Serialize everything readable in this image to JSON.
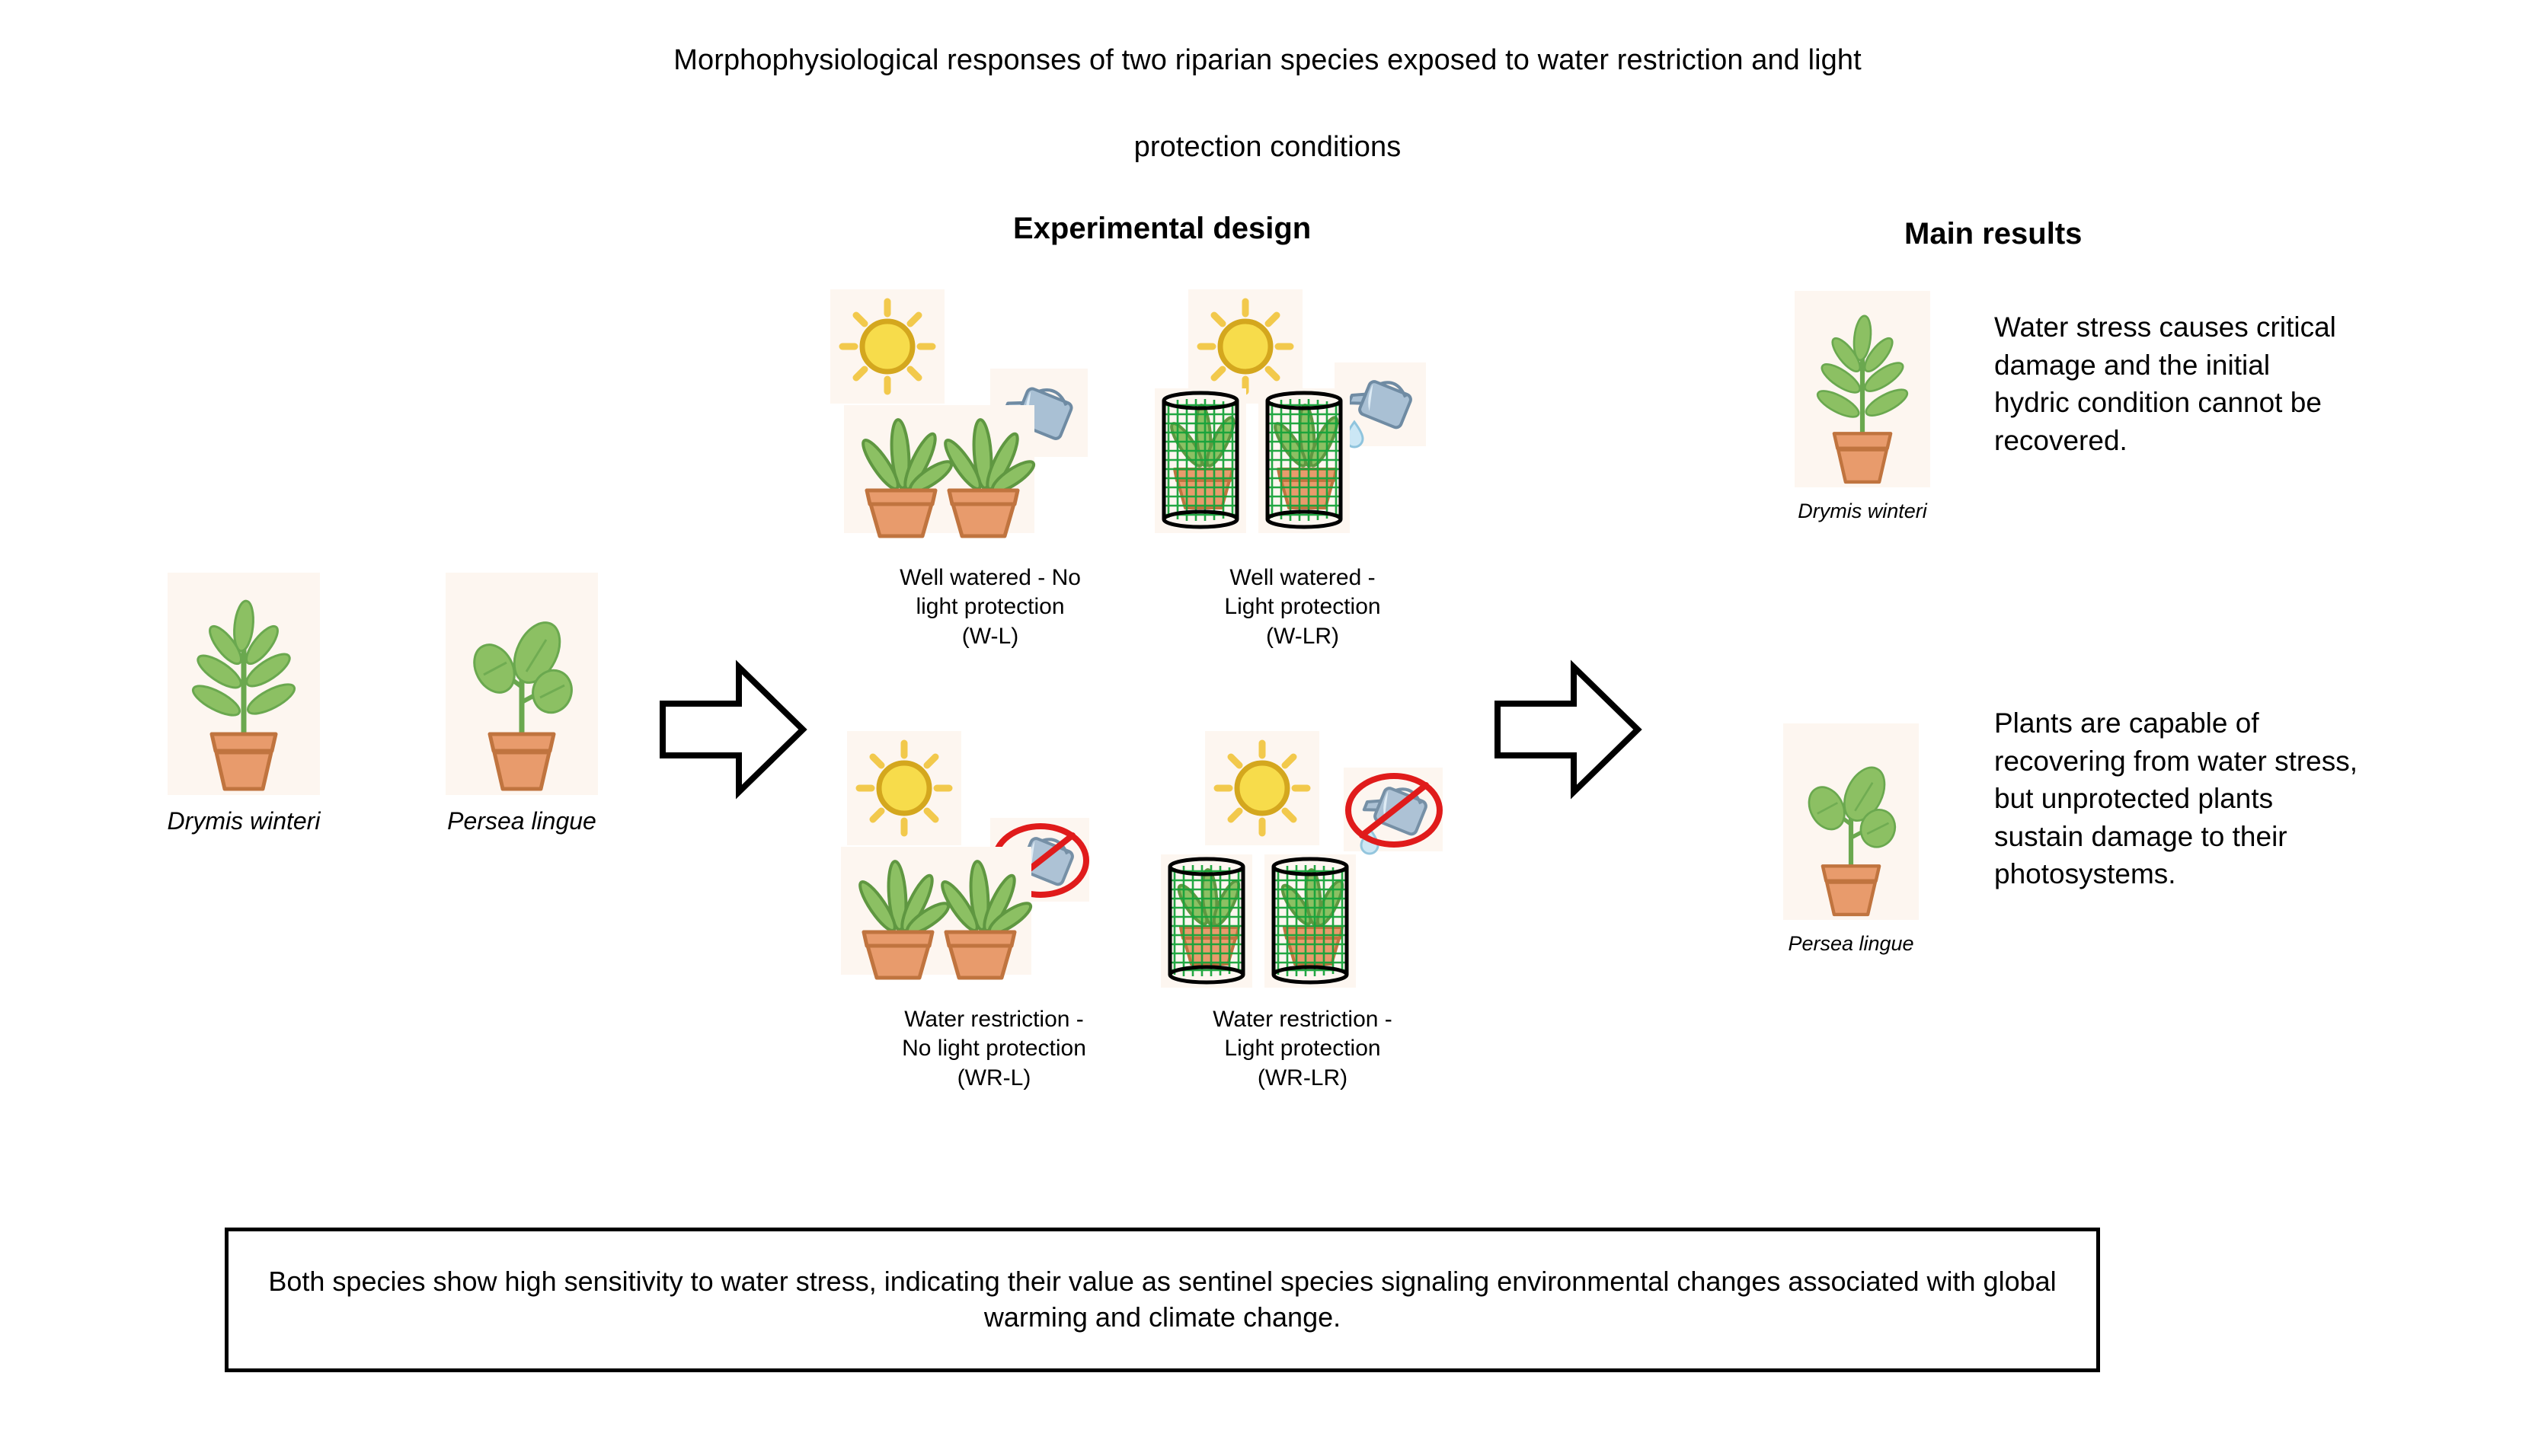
{
  "title": {
    "line1": "Morphophysiological responses of two riparian species exposed to water restriction and light",
    "line2": "protection conditions"
  },
  "sections": {
    "experimental_design": "Experimental design",
    "main_results": "Main results"
  },
  "species": [
    {
      "name": "Drymis winteri",
      "icon": "potted-plant-drymis-icon"
    },
    {
      "name": "Persea lingue",
      "icon": "potted-plant-persea-icon"
    }
  ],
  "arrows": [
    {
      "name": "flow-arrow-to-design",
      "direction": "right"
    },
    {
      "name": "flow-arrow-to-results",
      "direction": "right"
    }
  ],
  "treatments": [
    {
      "id": "W-L",
      "label": "Well watered - No\nlight protection\n(W-L)",
      "watering": "watered",
      "light_protection": false,
      "sun": true,
      "pots": 2
    },
    {
      "id": "W-LR",
      "label": "Well watered -\nLight protection\n(W-LR)",
      "watering": "watered",
      "light_protection": true,
      "sun": true,
      "pots": 2
    },
    {
      "id": "WR-L",
      "label": "Water restriction -\nNo light protection\n(WR-L)",
      "watering": "restricted",
      "light_protection": false,
      "sun": true,
      "pots": 2
    },
    {
      "id": "WR-LR",
      "label": "Water restriction -\nLight protection\n(WR-LR)",
      "watering": "restricted",
      "light_protection": true,
      "sun": true,
      "pots": 2
    }
  ],
  "results": [
    {
      "species": "Drymis winteri",
      "text": "Water stress causes critical damage and the initial hydric condition cannot be recovered."
    },
    {
      "species": "Persea lingue",
      "text": "Plants are capable of recovering from water stress, but unprotected plants sustain damage to their photosystems."
    }
  ],
  "conclusion": "Both species show high sensitivity to water stress, indicating their value as sentinel species signaling environmental changes associated with global warming and climate change.",
  "colors": {
    "leaf_fill": "#8cc063",
    "leaf_stroke": "#6aa84f",
    "pot_fill": "#e89b6c",
    "pot_stroke": "#c0743f",
    "sun_fill": "#f7dc4b",
    "sun_ring": "#d4a71e",
    "can_fill": "#a9c0d4",
    "can_stroke": "#6f8ba3",
    "drop_fill": "#cbe7f5",
    "mesh_green": "#17a33a",
    "prohibit_red": "#e01b1b",
    "photo_bg": "#fdf6f0",
    "text": "#000000"
  }
}
